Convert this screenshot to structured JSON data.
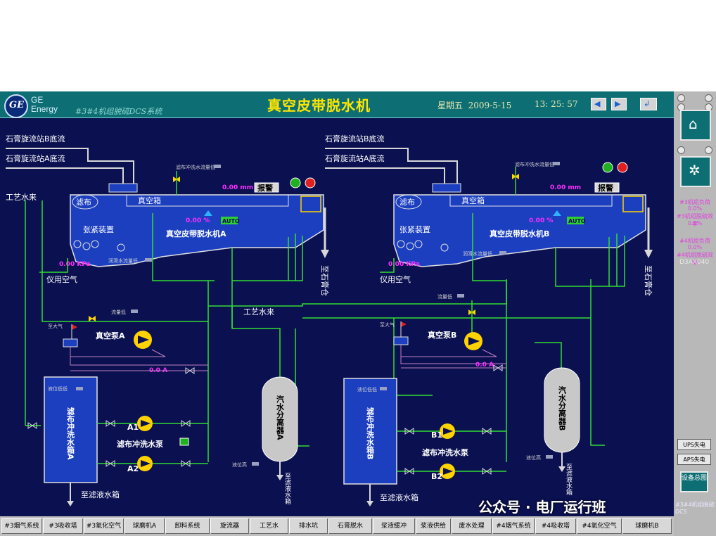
{
  "header": {
    "brand": "GE",
    "brand_sub": "Energy",
    "system_name": "#3#4机组脱硫DCS系统",
    "title": "真空皮带脱水机",
    "weekday": "星期五",
    "date": "2009-5-15",
    "time": "13: 25: 57"
  },
  "colors": {
    "background": "#0a1050",
    "titlebar": "#0d6f74",
    "pipe_green": "#33dd33",
    "pipe_gray": "#d8d8d8",
    "value_magenta": "#ff2dff",
    "title_yellow": "#ffe600"
  },
  "diagram": {
    "unit_a": {
      "inlet_b": "石膏旋流站B底流",
      "inlet_a": "石膏旋流站A底流",
      "process_water": "工艺水来",
      "filter_cloth": "滤布",
      "vacuum_box": "真空箱",
      "tension_device": "张紧装置",
      "machine_name": "真空皮带脱水机A",
      "speed_value": "0.00 %",
      "mode": "AUTO",
      "thickness_value": "0.00 mm",
      "alarm_btn": "报警",
      "cloth_wash_flow": "滤布冲洗水流量低",
      "lube_flow": "润滑水流量低",
      "to_gypsum": "至石膏仓",
      "pressure_value": "0.00 KPa",
      "instrument_air": "仪用空气",
      "flow_low": "流量低",
      "to_atmosphere": "至大气",
      "vacuum_pump": "真空泵A",
      "current": "0.0 A",
      "level_low": "液位低低",
      "wash_tank": "滤布冲洗水箱A",
      "pump1": "A1",
      "pump2": "A2",
      "wash_pump": "滤布冲洗水泵",
      "to_filtrate": "至滤液水箱",
      "level_high": "液位高",
      "separator": "汽水分离器A",
      "sep_to_filtrate": "至滤液水箱"
    },
    "unit_b": {
      "inlet_b": "石膏旋流站B底流",
      "inlet_a": "石膏旋流站A底流",
      "process_water": "工艺水来",
      "filter_cloth": "滤布",
      "vacuum_box": "真空箱",
      "tension_device": "张紧装置",
      "machine_name": "真空皮带脱水机B",
      "speed_value": "0.00 %",
      "mode": "AUTO",
      "thickness_value": "0.00 mm",
      "alarm_btn": "报警",
      "cloth_wash_flow": "滤布冲洗水流量低",
      "lube_flow": "润滑水流量低",
      "to_gypsum": "至石膏仓",
      "pressure_value": "0.00 KPa",
      "instrument_air": "仪用空气",
      "flow_low": "流量低",
      "to_atmosphere": "至大气",
      "vacuum_pump": "真空泵B",
      "current": "0.0 A",
      "level_low": "液位低低",
      "wash_tank": "滤布冲洗水箱B",
      "pump1": "B1",
      "pump2": "B2",
      "wash_pump": "滤布冲洗水泵",
      "to_filtrate": "至滤液水箱",
      "level_high": "液位高",
      "separator": "汽水分离器B",
      "sep_to_filtrate": "至滤液水箱"
    }
  },
  "right_panel": {
    "item1": "#3机组负荷",
    "item1_val": "0.0%",
    "item2": "#3机组脱硫效率",
    "item2_val": "0.0%",
    "item3": "#4机组负荷",
    "item3_val": "0.0%",
    "item4": "#4机组脱硫效率",
    "code": "D3AX040",
    "ups_btn": "UPS失电",
    "aps_btn": "APS失电",
    "overview_btn": "设备总图",
    "system_label": "#3#4机组脱硫DCS"
  },
  "bottom_tabs": [
    "#3烟气系统",
    "#3吸收塔",
    "#3氧化空气",
    "球磨机A",
    "卸料系统",
    "旋流器",
    "工艺水",
    "排水坑",
    "石膏脱水",
    "浆液缓冲",
    "浆液供给",
    "废水处理",
    "#4烟气系统",
    "#4吸收塔",
    "#4氧化空气",
    "球磨机B"
  ],
  "watermark": "公众号 · 电厂运行班"
}
